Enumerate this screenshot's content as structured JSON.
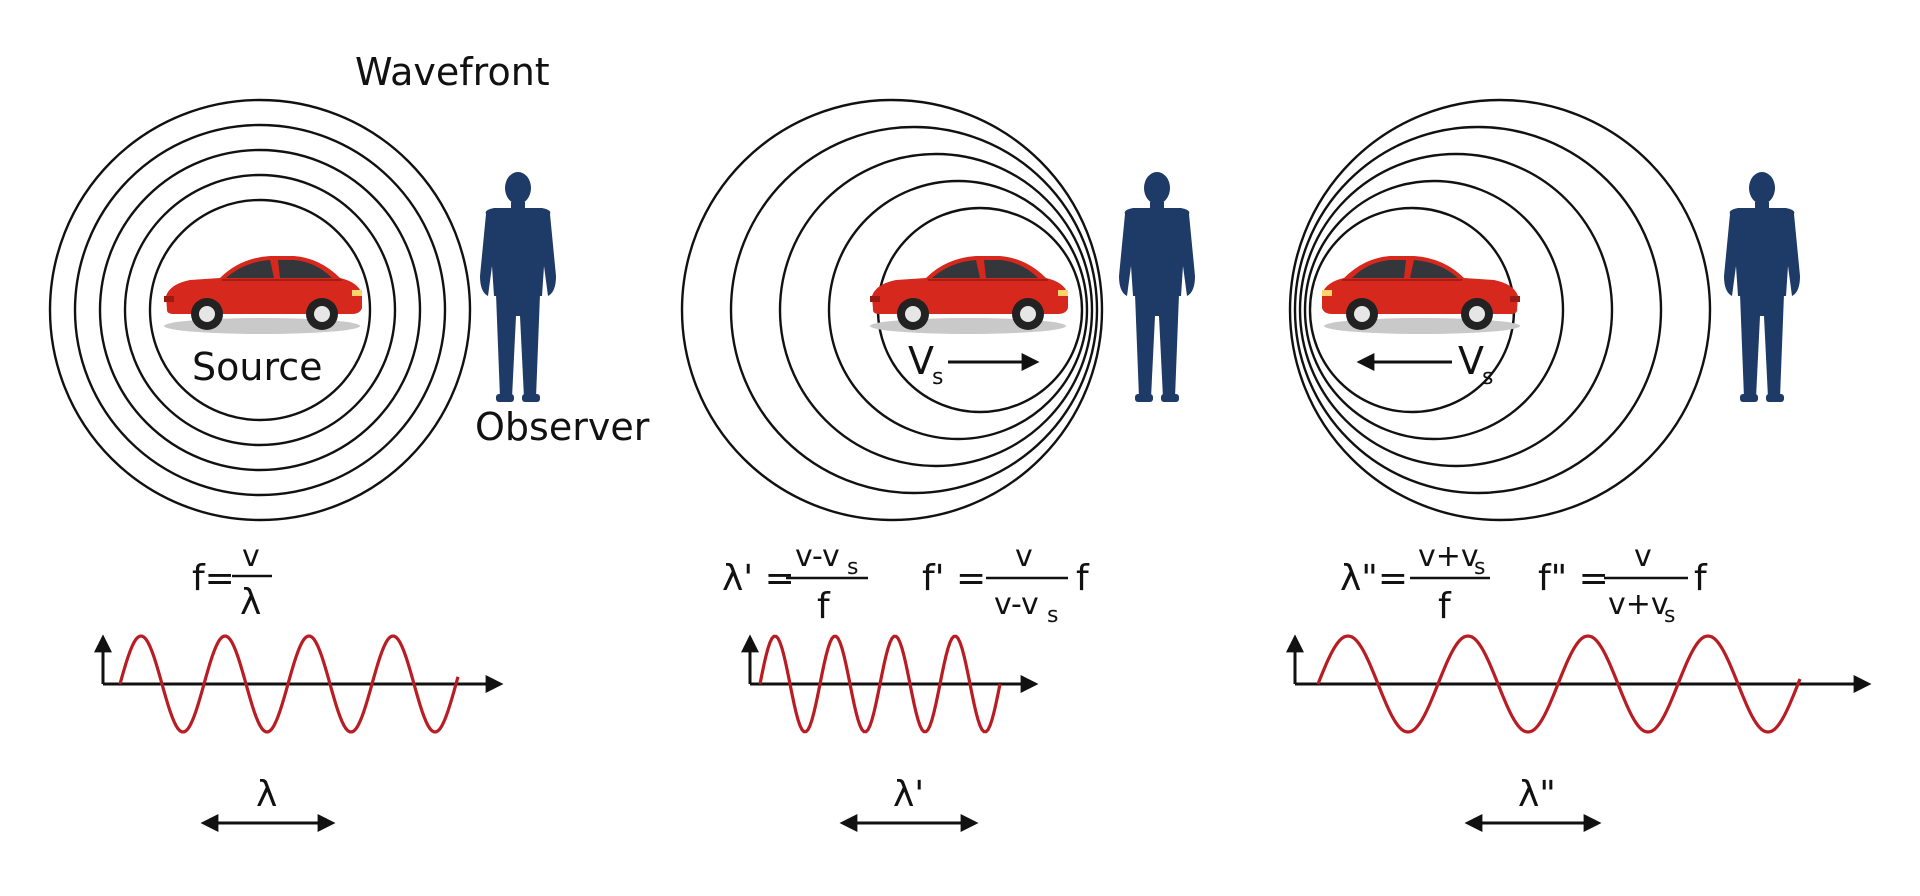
{
  "labels": {
    "wavefront": "Wavefront",
    "source": "Source",
    "observer": "Observer",
    "vs": "V",
    "vs_sub": "s"
  },
  "equations": {
    "p1": {
      "lhs": "f=",
      "num": "v",
      "den": "λ"
    },
    "p2a": {
      "lhs": "λ' =",
      "num": "v-v",
      "num_sub": "s",
      "den": "f"
    },
    "p2b": {
      "lhs": "f' =",
      "num": "v",
      "den": "v-v",
      "den_sub": "s",
      "tail": "f"
    },
    "p3a": {
      "lhs": "λ\"=",
      "num": "v+v",
      "num_sub": "s",
      "den": "f"
    },
    "p3b": {
      "lhs": "f\" =",
      "num": "v",
      "den": "v+v",
      "den_sub": "s",
      "tail": "f"
    }
  },
  "wavelength_labels": {
    "p1": "λ",
    "p2": "λ'",
    "p3": "λ\""
  },
  "colors": {
    "wave": "#b91c22",
    "car_body": "#d6281c",
    "observer": "#1e3a66",
    "shadow": "#c9c9c9"
  },
  "icons": [
    "car-icon",
    "observer-silhouette-icon",
    "velocity-arrow-icon",
    "double-arrow-icon"
  ]
}
